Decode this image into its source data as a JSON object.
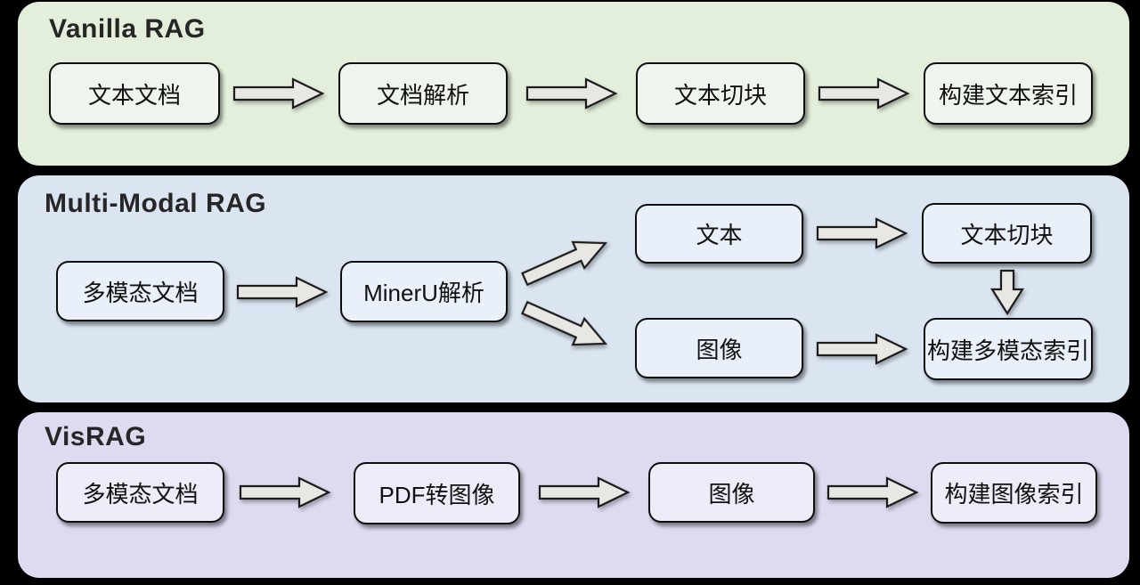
{
  "colors": {
    "canvas_bg": "#000000",
    "vanilla_panel": "#e3efda",
    "vanilla_box": "#eff5ec",
    "multimodal_panel": "#dbe5f1",
    "multimodal_box": "#e9f0fa",
    "visrag_panel": "#dedaef",
    "visrag_box": "#edecf8",
    "arrow_fill": "#e8e7e3",
    "arrow_stroke": "#1c1c1c",
    "box_border": "#0e0e0e",
    "title_text": "#262626",
    "node_text": "#101010"
  },
  "sections": [
    {
      "title": "Vanilla RAG",
      "nodes": [
        {
          "id": "text-doc",
          "label": "文本文档"
        },
        {
          "id": "doc-parse",
          "label": "文档解析"
        },
        {
          "id": "text-chunk",
          "label": "文本切块"
        },
        {
          "id": "build-text-index",
          "label": "构建文本索引"
        }
      ],
      "edges": [
        "文本文档→文档解析",
        "文档解析→文本切块",
        "文本切块→构建文本索引"
      ]
    },
    {
      "title": "Multi-Modal RAG",
      "nodes": [
        {
          "id": "mm-doc",
          "label": "多模态文档"
        },
        {
          "id": "mineru-parse",
          "label": "MinerU解析"
        },
        {
          "id": "text",
          "label": "文本"
        },
        {
          "id": "text-chunk",
          "label": "文本切块"
        },
        {
          "id": "image",
          "label": "图像"
        },
        {
          "id": "build-mm-index",
          "label": "构建多模态索引"
        }
      ],
      "edges": [
        "多模态文档→MinerU解析",
        "MinerU解析→文本",
        "MinerU解析→图像",
        "文本→文本切块",
        "文本切块→构建多模态索引",
        "图像→构建多模态索引"
      ]
    },
    {
      "title": "VisRAG",
      "nodes": [
        {
          "id": "mm-doc",
          "label": "多模态文档"
        },
        {
          "id": "pdf-to-image",
          "label": "PDF转图像"
        },
        {
          "id": "image",
          "label": "图像"
        },
        {
          "id": "build-image-index",
          "label": "构建图像索引"
        }
      ],
      "edges": [
        "多模态文档→PDF转图像",
        "PDF转图像→图像",
        "图像→构建图像索引"
      ]
    }
  ]
}
